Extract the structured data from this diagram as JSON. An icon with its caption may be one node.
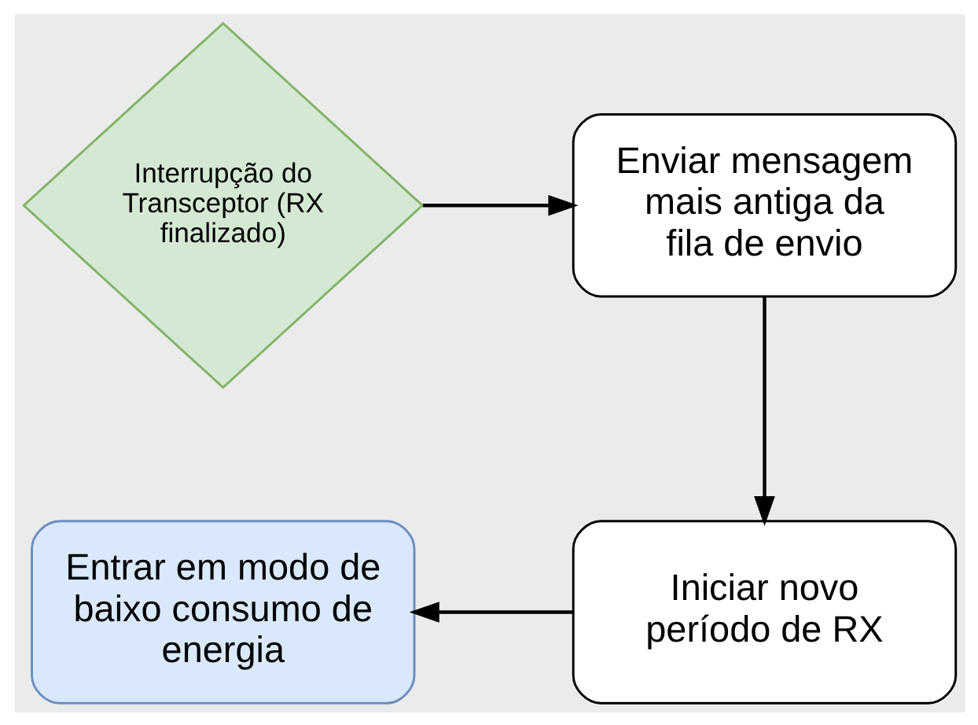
{
  "diagram": {
    "nodes": [
      {
        "text": [
          "Interrupção do Transceptor (RX finalizado)"
        ]
      },
      {
        "text": [
          "Enviar mensagem mais antiga da fila de envio"
        ]
      },
      {
        "text": [
          "Iniciar novo período de RX"
        ]
      },
      {
        "text": [
          "Entrar em modo de baixo consumo de energia"
        ]
      }
    ],
    "edges": [
      {
        "from": 0,
        "to": 1,
        "arrow": "to"
      },
      {
        "from": 1,
        "to": 2,
        "arrow": "to"
      },
      {
        "from": 2,
        "to": 3,
        "arrow": "to"
      }
    ]
  }
}
